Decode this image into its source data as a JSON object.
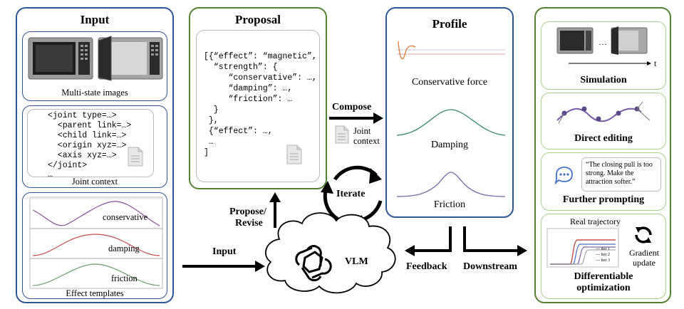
{
  "input": {
    "title": "Input",
    "images_caption": "Multi-state images",
    "joint_code": [
      "<joint type=…>",
      "  <parent link=…>",
      "  <child link=…>",
      "  <origin xyz=…>",
      "  <axis xyz=…>",
      "</joint>",
      "…"
    ],
    "joint_caption": "Joint context",
    "templates": {
      "labels": [
        "conservative",
        "damping",
        "friction"
      ],
      "caption": "Effect templates"
    }
  },
  "proposal": {
    "title": "Proposal",
    "code": [
      "[{“effect”: “magnetic”,",
      "  “strength”: {",
      "     “conservative”: …,",
      "     “damping”: …,",
      "     “friction”: …",
      "  }",
      " },",
      " {“effect”: …,",
      " …",
      "]"
    ]
  },
  "profile": {
    "title": "Profile",
    "items": [
      "Conservative force",
      "Damping",
      "Friction"
    ]
  },
  "arrows": {
    "compose": "Compose",
    "joint_context_line1": "Joint",
    "joint_context_line2": "context",
    "iterate": "Iterate",
    "propose_line1": "Propose/",
    "propose_line2": "Revise",
    "input": "Input",
    "vlm": "VLM",
    "feedback": "Feedback",
    "downstream": "Downstream"
  },
  "downstream": {
    "simulation": "Simulation",
    "sim_dots": "…",
    "time_label": "t",
    "direct_editing": "Direct editing",
    "prompt_quote": "“The closing pull is too strong. Make the attraction softer.”",
    "further_prompting": "Further prompting",
    "real_trajectory": "Real trajectory",
    "legend_items": [
      "— iter 1",
      "— iter 2",
      "— iter 3"
    ],
    "gradient_line1": "Gradient",
    "gradient_line2": "update",
    "opt_line1": "Differentiable",
    "opt_line2": "optimization"
  },
  "colors": {
    "blue_border": "#2f5597",
    "green_border": "#548235",
    "green_light": "#a9d18e",
    "conservative_curve": "#8a4f9e",
    "damping_curve": "#3f8a6b",
    "friction_curve": "#7a6aa8",
    "editing_curve": "#7b5aa6"
  }
}
